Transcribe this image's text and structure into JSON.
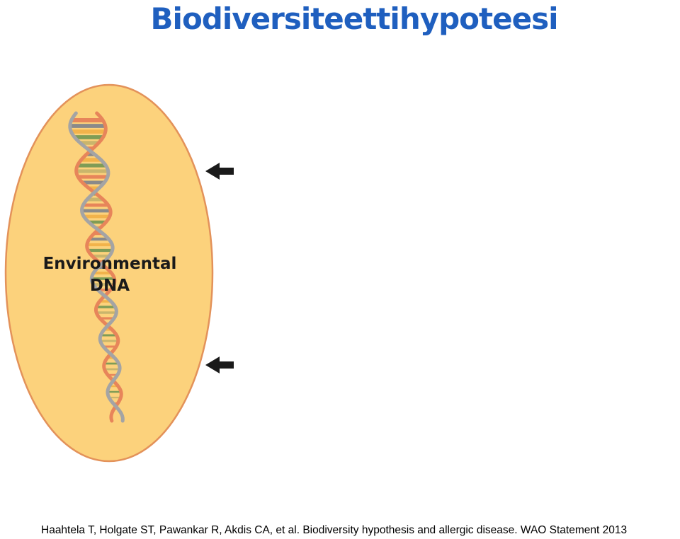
{
  "title": "Biodiversiteettihypoteesi",
  "diagram": {
    "label_line1": "Environmental",
    "label_line2": "DNA",
    "colors": {
      "oval_fill": "#fcd27c",
      "oval_stroke": "#e3925a",
      "strand_orange": "#e7855a",
      "strand_gray": "#a4a4a4",
      "rung_colors": [
        "#e7855a",
        "#8a8a8a",
        "#f2b34b",
        "#7f9c56",
        "#c9b56c"
      ],
      "arrow": "#1a1a1a"
    },
    "icons": [
      "dna-helix-icon",
      "arrow-left-icon"
    ]
  },
  "citation": "Haahtela T, Holgate ST, Pawankar R, Akdis CA, et al. Biodiversity hypothesis and allergic disease. WAO Statement 2013"
}
